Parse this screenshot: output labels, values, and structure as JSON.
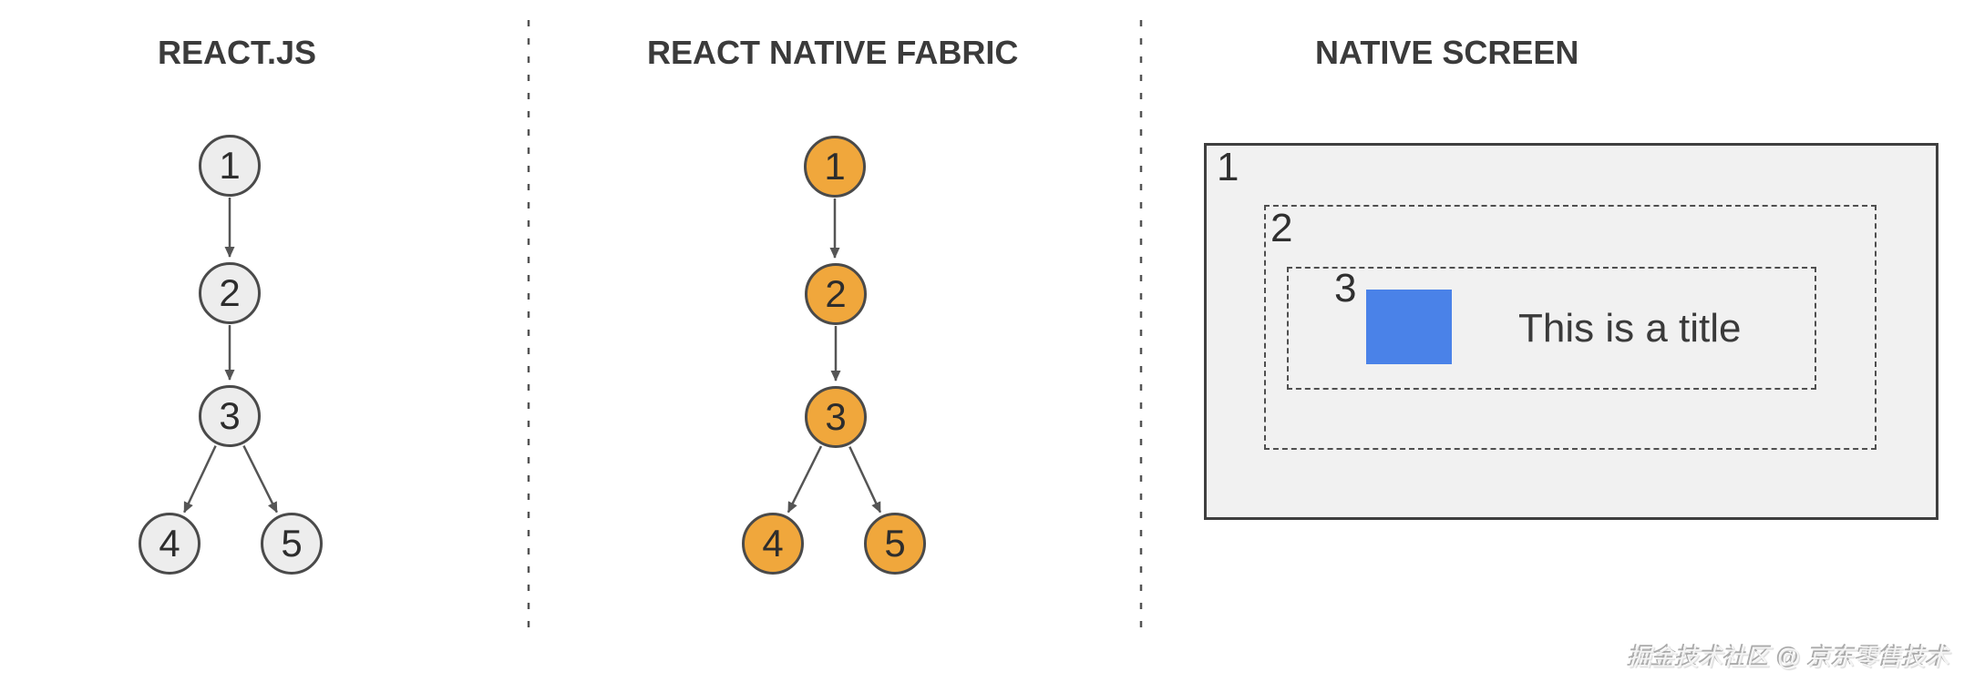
{
  "sections": {
    "react_js": {
      "title": "REACT.JS",
      "nodes": [
        "1",
        "2",
        "3",
        "4",
        "5"
      ],
      "edges": [
        [
          "1",
          "2"
        ],
        [
          "2",
          "3"
        ],
        [
          "3",
          "4"
        ],
        [
          "3",
          "5"
        ]
      ]
    },
    "fabric": {
      "title": "REACT NATIVE FABRIC",
      "nodes": [
        "1",
        "2",
        "3",
        "4",
        "5"
      ],
      "edges": [
        [
          "1",
          "2"
        ],
        [
          "2",
          "3"
        ],
        [
          "3",
          "4"
        ],
        [
          "3",
          "5"
        ]
      ]
    },
    "native": {
      "title": "NATIVE SCREEN",
      "view_labels": [
        "1",
        "2",
        "3"
      ],
      "title_text": "This is a title"
    }
  },
  "watermark": "掘金技术社区 @ 京东零售技术",
  "colors": {
    "gray_node_fill": "#ededed",
    "orange_node_fill": "#f0a73c",
    "node_border": "#4a4a4a",
    "arrow_line": "#555555",
    "screen_background": "#f1f1f1",
    "screen_border": "#3f3f3f",
    "blue_rect": "#4a82e8",
    "title_text_color": "#3b3b3b"
  }
}
